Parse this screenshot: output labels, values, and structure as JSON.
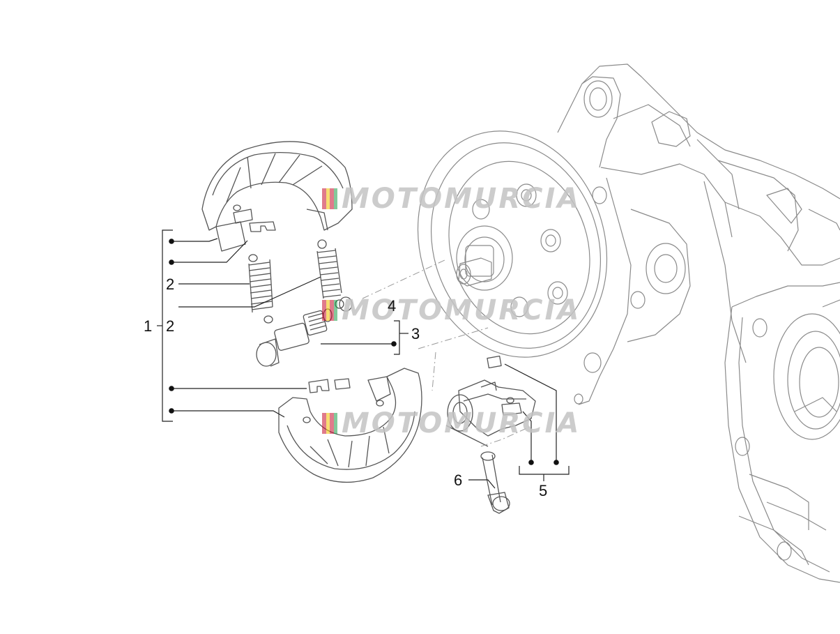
{
  "diagram": {
    "callouts": [
      {
        "id": "c1",
        "text": "1"
      },
      {
        "id": "c2a",
        "text": "2"
      },
      {
        "id": "c2b",
        "text": "2"
      },
      {
        "id": "c3",
        "text": "3"
      },
      {
        "id": "c4",
        "text": "4"
      },
      {
        "id": "c5",
        "text": "5"
      },
      {
        "id": "c6",
        "text": "6"
      }
    ],
    "watermark": {
      "text": "MOTOMURCIA",
      "flag_colors": [
        "#c8102e",
        "#f2c200",
        "#c8102e",
        "#1e9e4a",
        "#6bbf9a"
      ]
    },
    "colors": {
      "line": "#888888",
      "leader": "#222222",
      "part": "#555555"
    }
  }
}
